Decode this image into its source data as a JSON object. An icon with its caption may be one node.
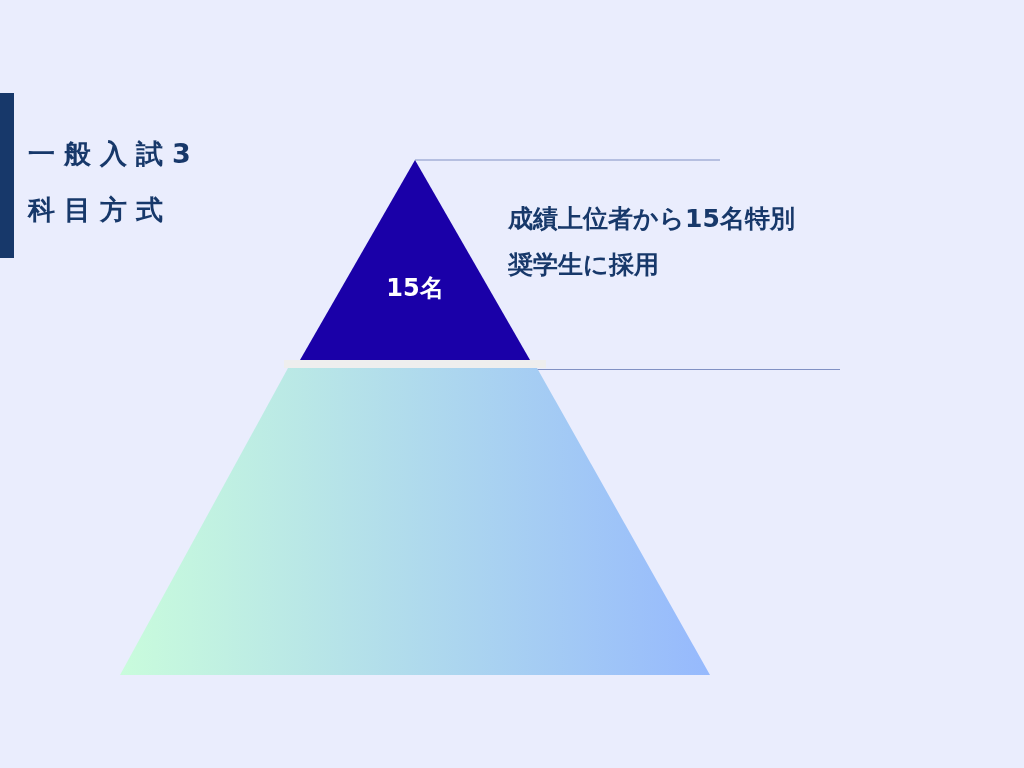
{
  "diagram": {
    "title": "一般入試3科目方式",
    "nodes": [
      {
        "text": [
          "15名"
        ]
      },
      {
        "text": [],
        "shape": "trapezoid"
      }
    ],
    "edges": [],
    "labels": [
      "成績上位者から**15名**特別奨学生に採用"
    ]
  }
}
